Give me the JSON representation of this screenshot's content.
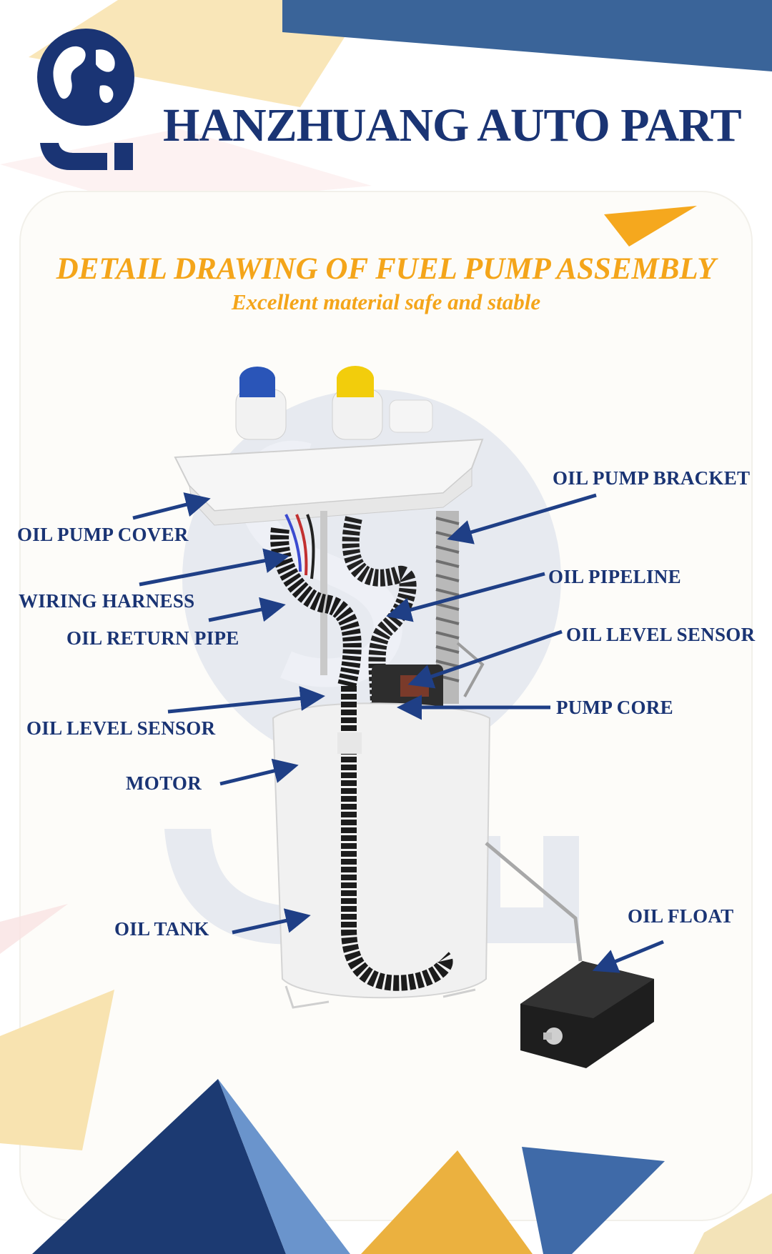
{
  "brand": {
    "name": "HANZHUANG AUTO PART",
    "logo_icon": "globe-logo-icon"
  },
  "header": {
    "title": "DETAIL DRAWING OF FUEL PUMP ASSEMBLY",
    "subtitle": "Excellent material safe and stable"
  },
  "callouts": {
    "oil_pump_bracket": "OIL PUMP BRACKET",
    "oil_pump_cover": "OIL PUMP COVER",
    "oil_pipeline": "OIL PIPELINE",
    "wiring_harness": "WIRING HARNESS",
    "oil_return_pipe": "OIL RETURN PIPE",
    "oil_level_sensor_right": "OIL LEVEL SENSOR",
    "pump_core": "PUMP CORE",
    "oil_level_sensor_left": "OIL LEVEL SENSOR",
    "motor": "MOTOR",
    "oil_tank": "OIL TANK",
    "oil_float": "OIL FLOAT"
  },
  "colors": {
    "brand_navy": "#1a3474",
    "accent_orange": "#f4a51a",
    "arrow_blue": "#1f3f86",
    "cream": "#f7e2a8",
    "steel_blue": "#39659c",
    "light_blue": "#5d8bc6",
    "gold": "#eab43e"
  }
}
